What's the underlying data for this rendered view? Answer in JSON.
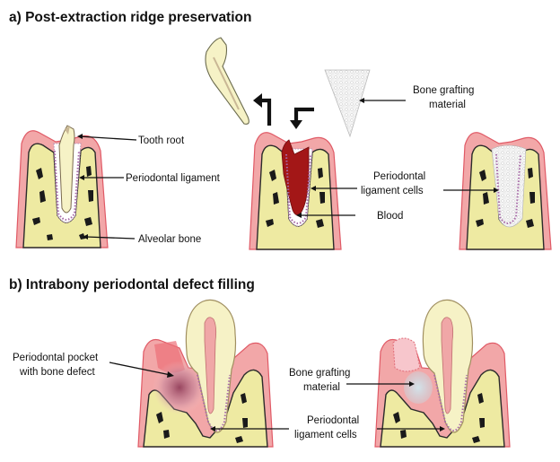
{
  "panel_a": {
    "title": "a) Post-extraction ridge preservation",
    "labels": {
      "tooth_root": "Tooth root",
      "periodontal_ligament": "Periodontal  ligament",
      "alveolar_bone": "Alveolar  bone",
      "bone_grafting_line1": "Bone grafting",
      "bone_grafting_line2": "material",
      "pdl_cells_line1": "Periodontal",
      "pdl_cells_line2": "ligament cells",
      "blood": "Blood"
    }
  },
  "panel_b": {
    "title": "b) Intrabony periodontal defect filling",
    "labels": {
      "pocket_line1": "Periodontal pocket",
      "pocket_line2": "with bone defect",
      "bone_grafting_line1": "Bone grafting",
      "bone_grafting_line2": "material",
      "pdl_cells_line1": "Periodontal",
      "pdl_cells_line2": "ligament cells"
    }
  },
  "colors": {
    "gum": "#f2a7a8",
    "gum_outline": "#e05a66",
    "bone": "#eeeaa2",
    "blood": "#a31717",
    "tooth": "#f6f2c6",
    "pulp": "#f0a7a7",
    "graft": "#e9e9e9"
  }
}
